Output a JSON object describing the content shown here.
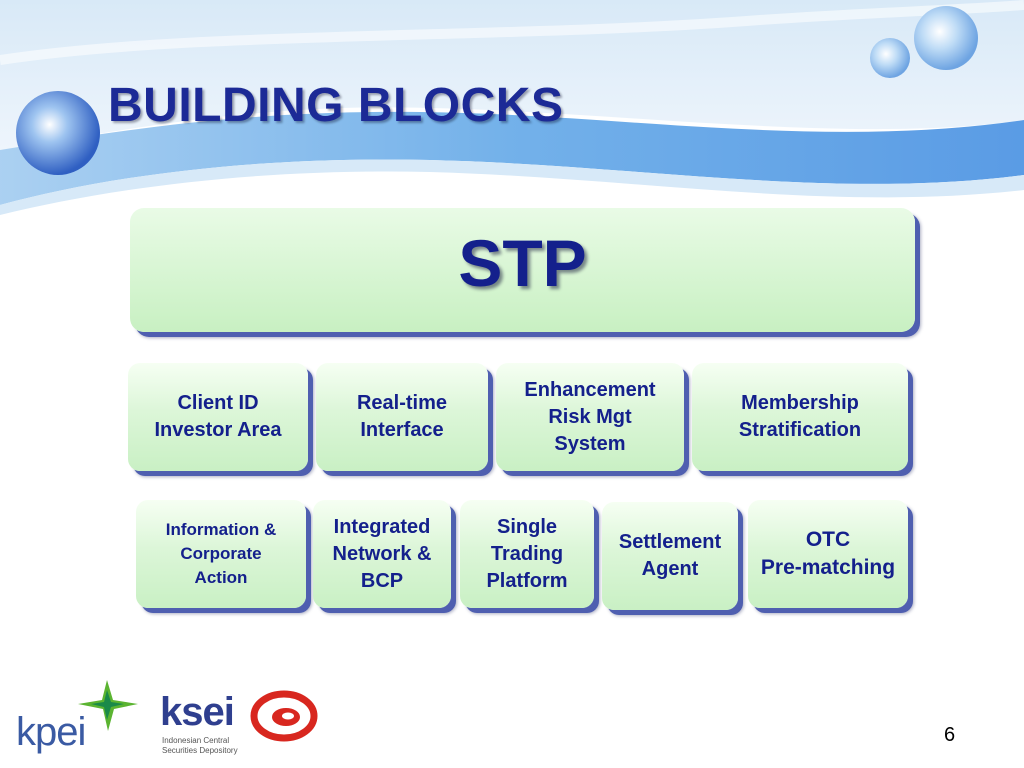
{
  "slide": {
    "title": "BUILDING BLOCKS",
    "page_number": "6"
  },
  "top_block": {
    "label": "STP"
  },
  "row1": [
    {
      "label": "Client ID\nInvestor Area"
    },
    {
      "label": "Real-time\nInterface"
    },
    {
      "label": "Enhancement\nRisk Mgt\nSystem"
    },
    {
      "label": "Membership\nStratification"
    }
  ],
  "row2": [
    {
      "label": "Information &\nCorporate\nAction"
    },
    {
      "label": "Integrated\nNetwork &\nBCP"
    },
    {
      "label": "Single\nTrading\nPlatform"
    },
    {
      "label": "Settlement\nAgent"
    },
    {
      "label": "OTC\nPre-matching"
    }
  ],
  "logos": {
    "kpei": "kpei",
    "ksei": "ksei",
    "ksei_tagline": "Indonesian Central\nSecurities Depository"
  },
  "colors": {
    "title": "#1c2a96",
    "block_fill": "#d4f5cf",
    "block_shadow": "#4f5fb0",
    "header_blue": "#4a8fd8"
  }
}
